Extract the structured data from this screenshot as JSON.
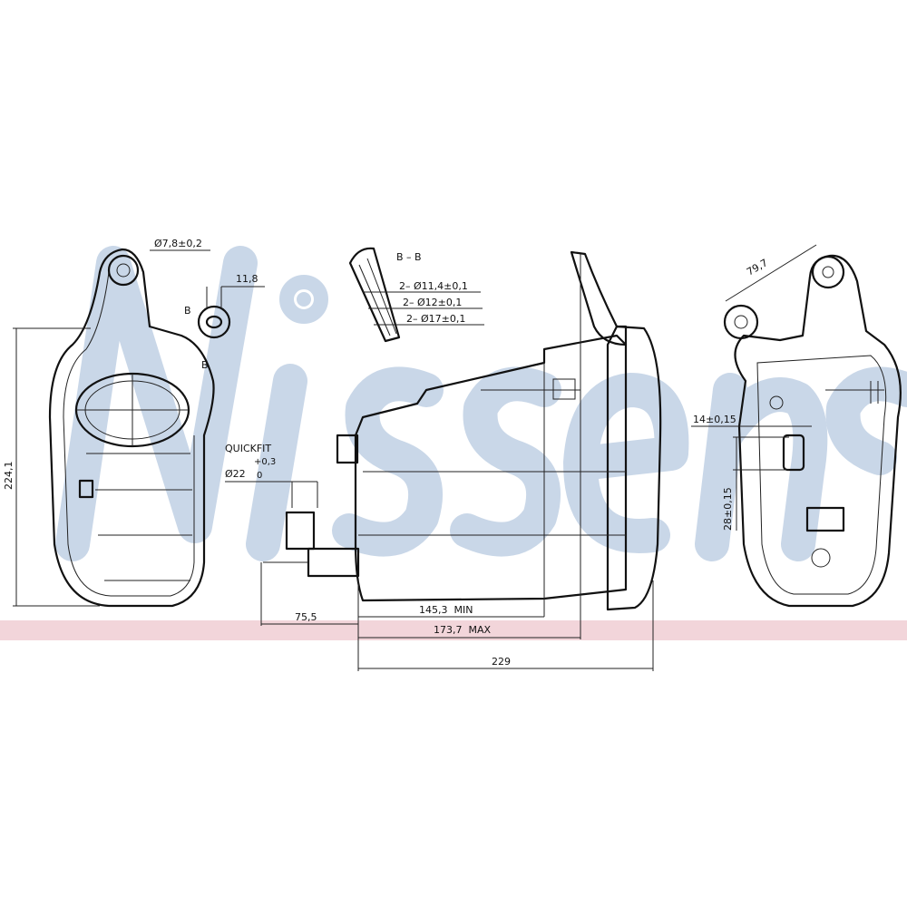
{
  "watermark": {
    "brand": "Nissens",
    "color": "#c9d7e8"
  },
  "band_color": "#f2d5da",
  "left_view": {
    "labels": {
      "hole_dia": "Ø7,8±0,2",
      "width": "11,8",
      "section_mark_1": "B",
      "section_mark_2": "B",
      "height": "224,1"
    }
  },
  "section_view": {
    "title": "B – B",
    "labels": [
      "2– Ø11,4±0,1",
      "2– Ø12±0,1",
      "2– Ø17±0,1"
    ]
  },
  "side_view": {
    "quickfit_label": "QUICKFIT",
    "quickfit_dia": "Ø22",
    "quickfit_tol_upper": "+0,3",
    "quickfit_tol_lower": "0",
    "dim_offset": "75,5",
    "dim_min": "145,3  MIN",
    "dim_max": "173,7  MAX",
    "dim_total": "229"
  },
  "right_view": {
    "labels": {
      "distance": "79,7",
      "width": "14±0,15",
      "height": "28±0,15"
    }
  }
}
